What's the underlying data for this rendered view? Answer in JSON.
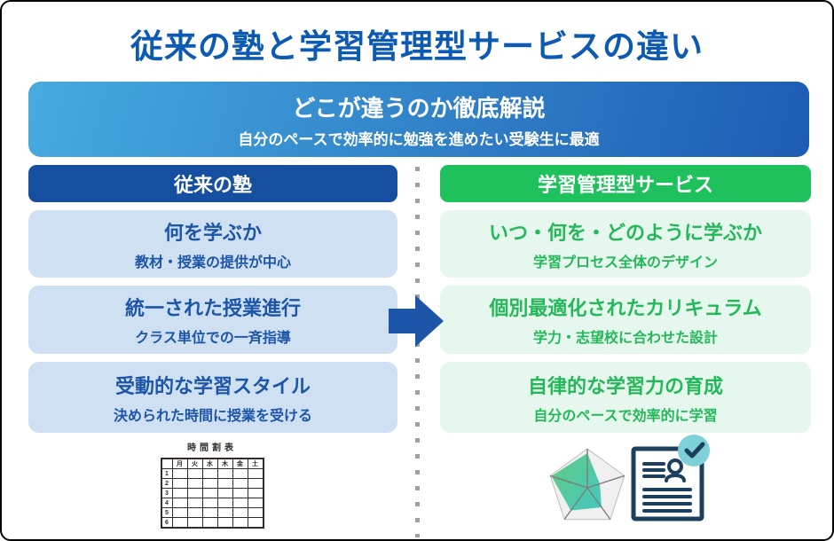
{
  "page": {
    "title": "従来の塾と学習管理型サービスの違い"
  },
  "banner": {
    "heading": "どこが違うのか徹底解説",
    "subheading": "自分のペースで効率的に勉強を進めたい受験生に最適"
  },
  "left_column": {
    "header": "従来の塾",
    "items": [
      {
        "title": "何を学ぶか",
        "description": "教材・授業の提供が中心"
      },
      {
        "title": "統一された授業進行",
        "description": "クラス単位での一斉指導"
      },
      {
        "title": "受動的な学習スタイル",
        "description": "決められた時間に授業を受ける"
      }
    ],
    "illustration": {
      "timetable_title": "時間割表",
      "day_headers": [
        "月",
        "火",
        "水",
        "木",
        "金",
        "土"
      ],
      "period_labels": [
        "1",
        "2",
        "3",
        "4",
        "5",
        "6"
      ]
    }
  },
  "right_column": {
    "header": "学習管理型サービス",
    "items": [
      {
        "title": "いつ・何を・どのように学ぶか",
        "description": "学習プロセス全体のデザイン"
      },
      {
        "title": "個別最適化されたカリキュラム",
        "description": "学力・志望校に合わせた設計"
      },
      {
        "title": "自律的な学習力の育成",
        "description": "自分のペースで効率的に学習"
      }
    ]
  },
  "icons": {
    "arrow": "right-arrow",
    "timetable": "weekly-timetable-grid",
    "radar": "pentagon-radar-chart",
    "document": "checked-document-with-person"
  },
  "colors": {
    "title_text": "#0d5ab2",
    "banner_gradient_start": "#46abdf",
    "banner_gradient_end": "#1d5cb3",
    "left_header_bg": "#164fa0",
    "left_card_bg": "#cfe0f2",
    "left_text": "#1d55a8",
    "right_header_bg": "#1fc15c",
    "right_card_bg": "#e6f7ee",
    "right_text": "#25b85a",
    "arrow": "#1d55a8",
    "divider_dots": "#a0a0a0",
    "check_badge": "#7ed1d8",
    "document_ink": "#1c3f5e",
    "timetable_ink": "#332b27"
  }
}
